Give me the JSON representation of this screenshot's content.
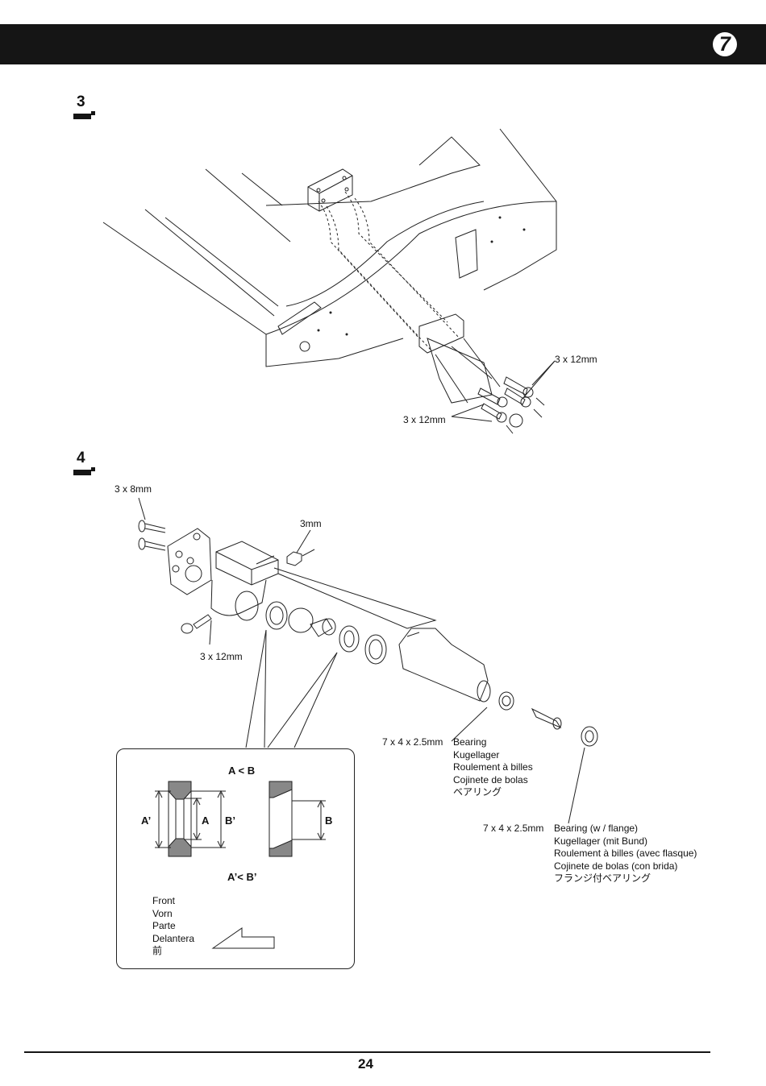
{
  "header": {
    "chapter": "7"
  },
  "steps": [
    {
      "number": "3",
      "labels": {
        "screws_right": "3 x 12mm",
        "screws_bottom": "3 x 12mm"
      }
    },
    {
      "number": "4",
      "labels": {
        "screws_top": "3 x 8mm",
        "nut": "3mm",
        "screw_bottom": "3 x 12mm",
        "bearing_size": "7 x 4 x 2.5mm",
        "bearing_names": [
          "Bearing",
          "Kugellager",
          "Roulement à billes",
          "Cojinete de bolas",
          "ベアリング"
        ],
        "flange_bearing_size": "7 x 4 x 2.5mm",
        "flange_bearing_names": [
          "Bearing (w / flange)",
          "Kugellager (mit Bund)",
          "Roulement à billes (avec flasque)",
          "Cojinete de bolas (con brida)",
          "フランジ付ベアリング"
        ]
      }
    }
  ],
  "detail": {
    "compare_top": "A < B",
    "compare_bottom": "A’< B’",
    "label_a_prime": "A’",
    "label_a": "A",
    "label_b_prime": "B’",
    "label_b": "B",
    "front_names": [
      "Front",
      "Vorn",
      "Parte",
      "Delantera",
      "前"
    ]
  },
  "footer": {
    "page_number": "24"
  }
}
